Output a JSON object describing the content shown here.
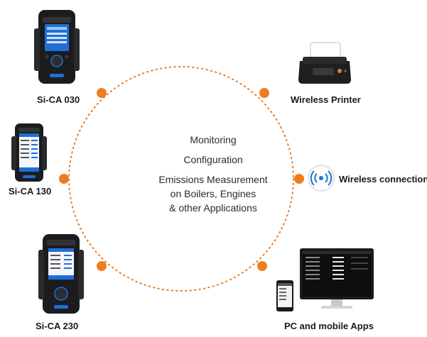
{
  "center": {
    "line1": "Monitoring",
    "line2": "Configuration",
    "line3": "Emissions Measurement",
    "line4": "on Boilers, Engines",
    "line5": "& other Applications"
  },
  "devices": {
    "sica030": "Si-CA 030",
    "sica130": "Si-CA 130",
    "sica230": "Si-CA 230"
  },
  "peripherals": {
    "printer": "Wireless Printer",
    "wireless": "Wireless connection",
    "apps": "PC and mobile Apps"
  },
  "colors": {
    "accent": "#ee7d22",
    "device_body": "#1c1c1e",
    "screen_blue": "#1f6fd6"
  }
}
